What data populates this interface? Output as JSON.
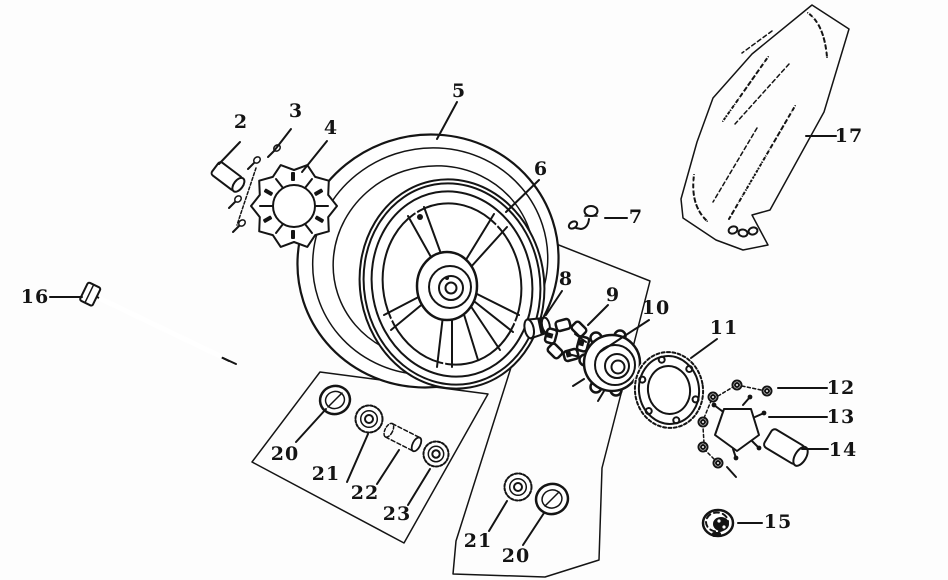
{
  "diagram": {
    "background": "#fdfdfd",
    "line_color": "#141414",
    "callouts": [
      "2",
      "3",
      "4",
      "5",
      "6",
      "7",
      "8",
      "9",
      "10",
      "11",
      "12",
      "13",
      "14",
      "15",
      "16",
      "17",
      "20",
      "21",
      "22",
      "23",
      "21",
      "20"
    ]
  }
}
